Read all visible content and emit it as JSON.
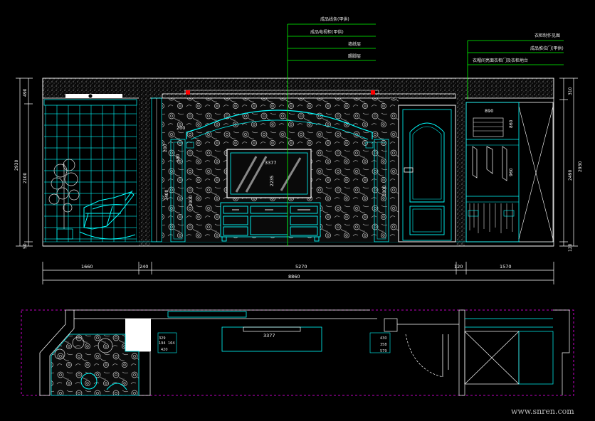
{
  "annotations": {
    "a1": "成品线条(甲供)",
    "a2": "成品电视柜(甲供)",
    "a3": "墙纸层",
    "a4": "踢脚层",
    "b1": "衣柜制作见图",
    "b2": "成品推拉门(甲供)",
    "b3": "衣帽间亮面衣柜门及衣柜地台"
  },
  "dims_bottom": {
    "d1": "1660",
    "d2": "240",
    "d3": "5270",
    "d4": "120",
    "d5": "1570",
    "total": "8860"
  },
  "dims_left": {
    "top": "490",
    "mid": "2100",
    "bot": "50",
    "overall": "2930"
  },
  "dims_right": {
    "top": "310",
    "mid": "2490",
    "bot": "120",
    "overall": "2930"
  },
  "inner_dims": {
    "tv_width": "3377",
    "tv_height": "2235",
    "arch_a": "200",
    "arch_b": "200",
    "side_a": "180",
    "side_b": "2900",
    "left_col": "3400",
    "right_col": "1800",
    "wardrobe_top": "890",
    "wardrobe_a": "860",
    "wardrobe_b": "960",
    "plan_tv": "3377",
    "plan_l1": "329",
    "plan_l2": "194",
    "plan_l3": "164",
    "plan_l4": "420",
    "plan_r1": "430",
    "plan_r2": "358",
    "plan_r3": "579"
  },
  "watermark": "www.snren.com",
  "colors": {
    "background": "#000000",
    "cyan": "#00ffff",
    "green": "#00ff00",
    "white": "#ffffff",
    "magenta": "#ff00ff",
    "red": "#ff0000"
  }
}
